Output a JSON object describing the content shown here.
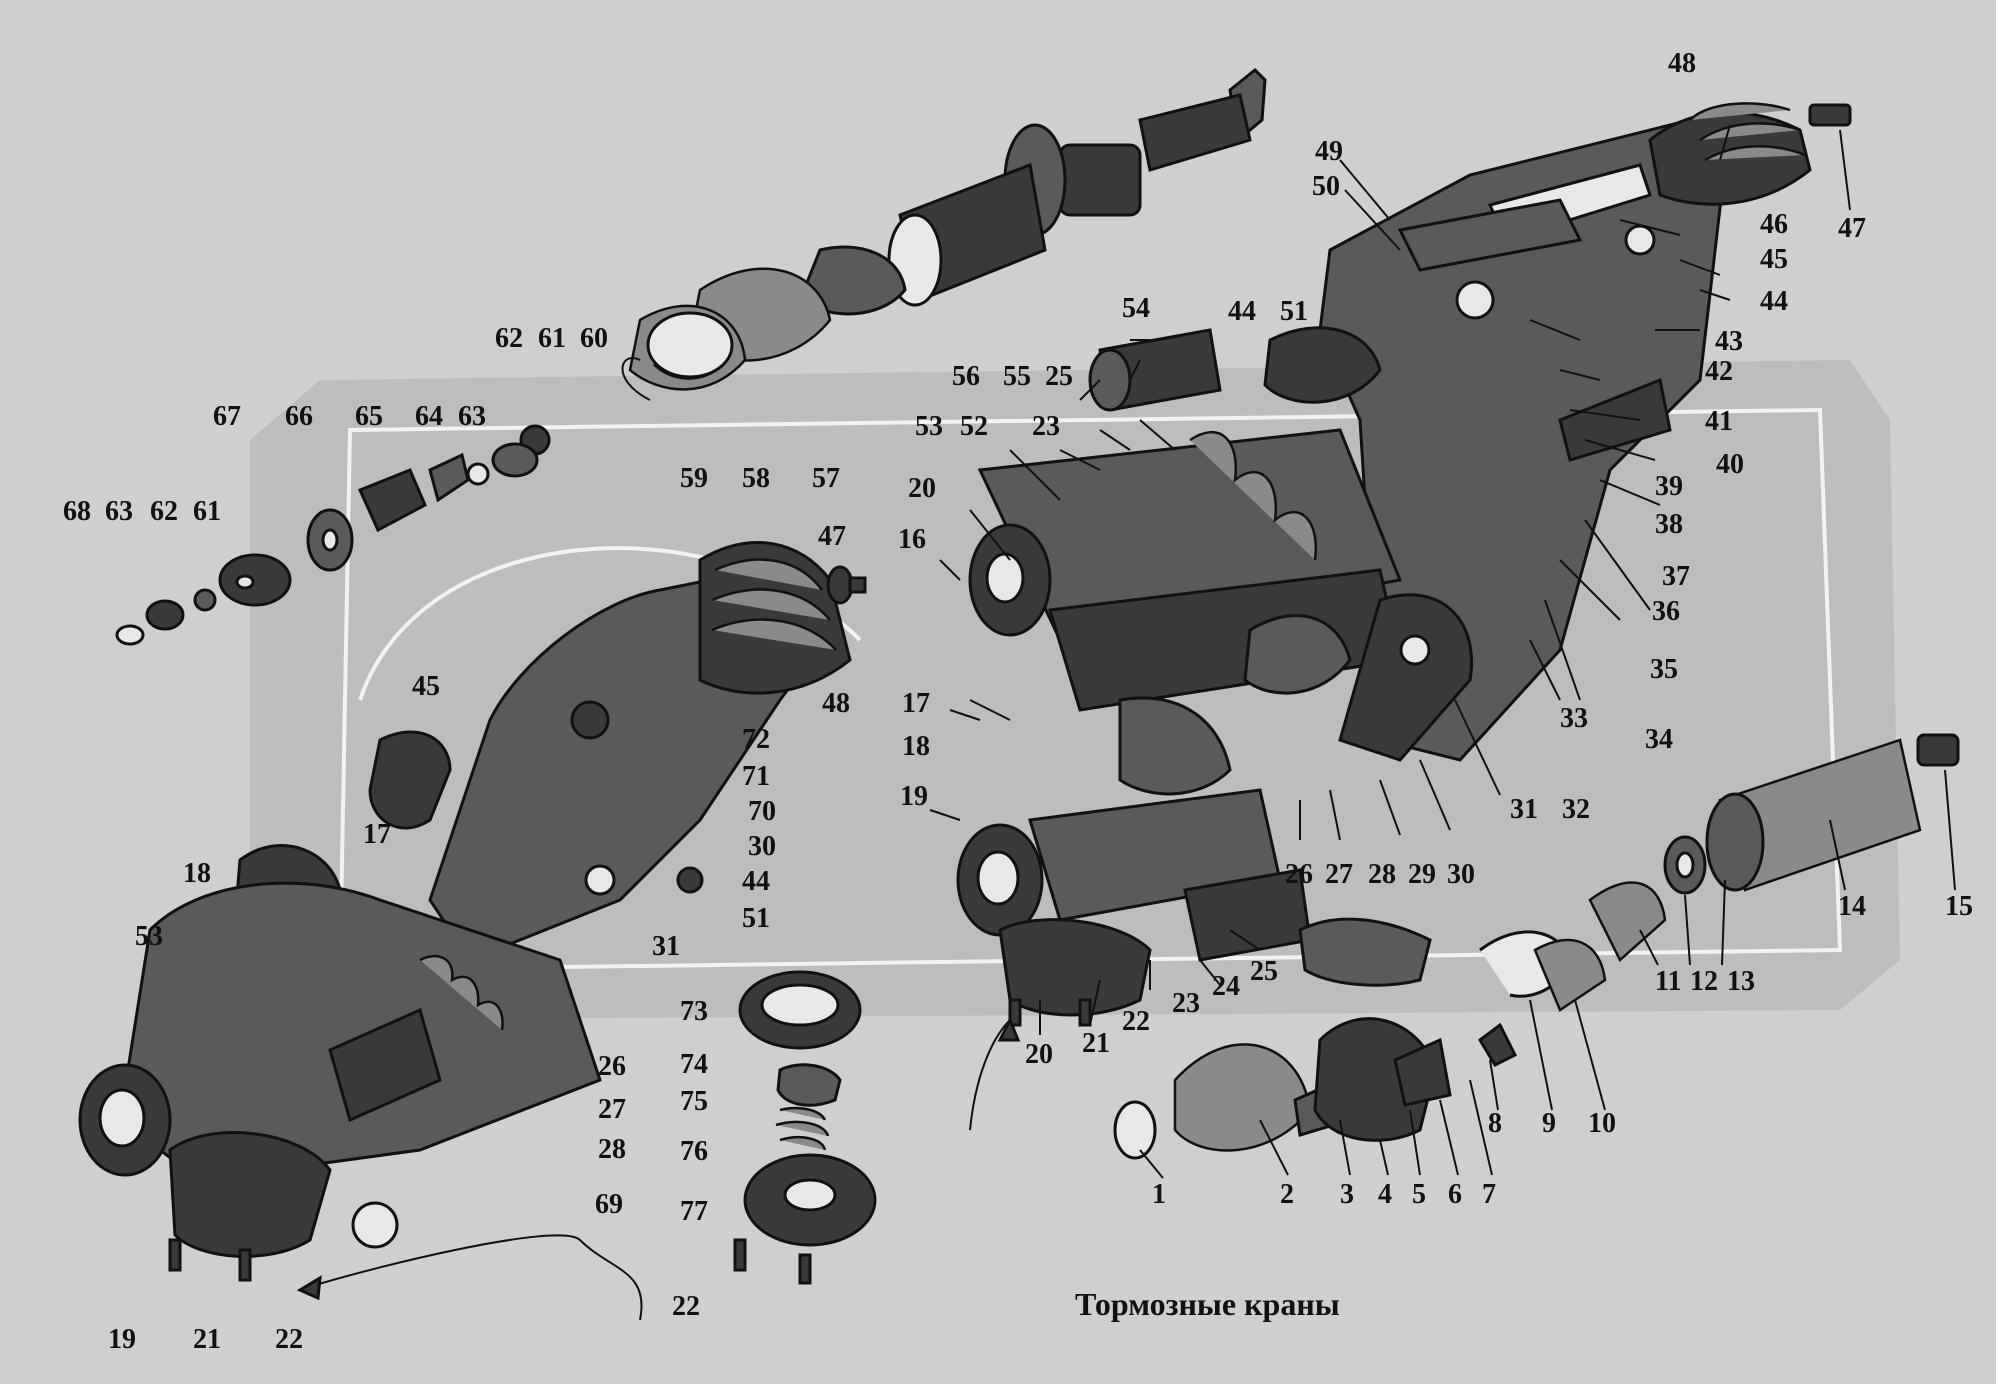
{
  "caption": "Тормозные краны",
  "callouts": [
    {
      "id": "c1",
      "text": "1"
    },
    {
      "id": "c2",
      "text": "2"
    },
    {
      "id": "c3",
      "text": "3"
    },
    {
      "id": "c4",
      "text": "4"
    },
    {
      "id": "c5",
      "text": "5"
    },
    {
      "id": "c6",
      "text": "6"
    },
    {
      "id": "c7",
      "text": "7"
    },
    {
      "id": "c8",
      "text": "8"
    },
    {
      "id": "c9",
      "text": "9"
    },
    {
      "id": "c10",
      "text": "10"
    },
    {
      "id": "c11",
      "text": "11"
    },
    {
      "id": "c12",
      "text": "12"
    },
    {
      "id": "c13",
      "text": "13"
    },
    {
      "id": "c14",
      "text": "14"
    },
    {
      "id": "c15",
      "text": "15"
    },
    {
      "id": "r16",
      "text": "16"
    },
    {
      "id": "r17",
      "text": "17"
    },
    {
      "id": "r18",
      "text": "18"
    },
    {
      "id": "r19",
      "text": "19"
    },
    {
      "id": "r20a",
      "text": "20"
    },
    {
      "id": "r20b",
      "text": "20"
    },
    {
      "id": "r21",
      "text": "21"
    },
    {
      "id": "r22",
      "text": "22"
    },
    {
      "id": "r23a",
      "text": "23"
    },
    {
      "id": "r23b",
      "text": "23"
    },
    {
      "id": "r24",
      "text": "24"
    },
    {
      "id": "r25a",
      "text": "25"
    },
    {
      "id": "r25b",
      "text": "25"
    },
    {
      "id": "r26",
      "text": "26"
    },
    {
      "id": "r27",
      "text": "27"
    },
    {
      "id": "r28",
      "text": "28"
    },
    {
      "id": "r29",
      "text": "29"
    },
    {
      "id": "r30",
      "text": "30"
    },
    {
      "id": "r31",
      "text": "31"
    },
    {
      "id": "r32",
      "text": "32"
    },
    {
      "id": "r33",
      "text": "33"
    },
    {
      "id": "r34",
      "text": "34"
    },
    {
      "id": "r35",
      "text": "35"
    },
    {
      "id": "r36",
      "text": "36"
    },
    {
      "id": "r37",
      "text": "37"
    },
    {
      "id": "r38",
      "text": "38"
    },
    {
      "id": "r39",
      "text": "39"
    },
    {
      "id": "r40",
      "text": "40"
    },
    {
      "id": "r41",
      "text": "41"
    },
    {
      "id": "r42",
      "text": "42"
    },
    {
      "id": "r43",
      "text": "43"
    },
    {
      "id": "r44a",
      "text": "44"
    },
    {
      "id": "r44b",
      "text": "44"
    },
    {
      "id": "r45",
      "text": "45"
    },
    {
      "id": "r46",
      "text": "46"
    },
    {
      "id": "r47",
      "text": "47"
    },
    {
      "id": "r48",
      "text": "48"
    },
    {
      "id": "r49",
      "text": "49"
    },
    {
      "id": "r50",
      "text": "50"
    },
    {
      "id": "r51",
      "text": "51"
    },
    {
      "id": "r52",
      "text": "52"
    },
    {
      "id": "r53",
      "text": "53"
    },
    {
      "id": "t54",
      "text": "54"
    },
    {
      "id": "t55",
      "text": "55"
    },
    {
      "id": "t56",
      "text": "56"
    },
    {
      "id": "t57",
      "text": "57"
    },
    {
      "id": "t58",
      "text": "58"
    },
    {
      "id": "t59",
      "text": "59"
    },
    {
      "id": "t60",
      "text": "60"
    },
    {
      "id": "t61a",
      "text": "61"
    },
    {
      "id": "t62a",
      "text": "62"
    },
    {
      "id": "t63a",
      "text": "63"
    },
    {
      "id": "t64",
      "text": "64"
    },
    {
      "id": "t65",
      "text": "65"
    },
    {
      "id": "t66",
      "text": "66"
    },
    {
      "id": "t67",
      "text": "67"
    },
    {
      "id": "t68",
      "text": "68"
    },
    {
      "id": "t63b",
      "text": "63"
    },
    {
      "id": "t62b",
      "text": "62"
    },
    {
      "id": "t61b",
      "text": "61"
    },
    {
      "id": "l47",
      "text": "47"
    },
    {
      "id": "l48",
      "text": "48"
    },
    {
      "id": "l45",
      "text": "45"
    },
    {
      "id": "l72",
      "text": "72"
    },
    {
      "id": "l71",
      "text": "71"
    },
    {
      "id": "l70",
      "text": "70"
    },
    {
      "id": "l30",
      "text": "30"
    },
    {
      "id": "l44",
      "text": "44"
    },
    {
      "id": "l51",
      "text": "51"
    },
    {
      "id": "l31",
      "text": "31"
    },
    {
      "id": "l17",
      "text": "17"
    },
    {
      "id": "l18",
      "text": "18"
    },
    {
      "id": "l53",
      "text": "53"
    },
    {
      "id": "l26",
      "text": "26"
    },
    {
      "id": "l27",
      "text": "27"
    },
    {
      "id": "l28",
      "text": "28"
    },
    {
      "id": "l69",
      "text": "69"
    },
    {
      "id": "l19",
      "text": "19"
    },
    {
      "id": "l21",
      "text": "21"
    },
    {
      "id": "l22a",
      "text": "22"
    },
    {
      "id": "l73",
      "text": "73"
    },
    {
      "id": "l74",
      "text": "74"
    },
    {
      "id": "l75",
      "text": "75"
    },
    {
      "id": "l76",
      "text": "76"
    },
    {
      "id": "l77",
      "text": "77"
    },
    {
      "id": "l22b",
      "text": "22"
    }
  ]
}
